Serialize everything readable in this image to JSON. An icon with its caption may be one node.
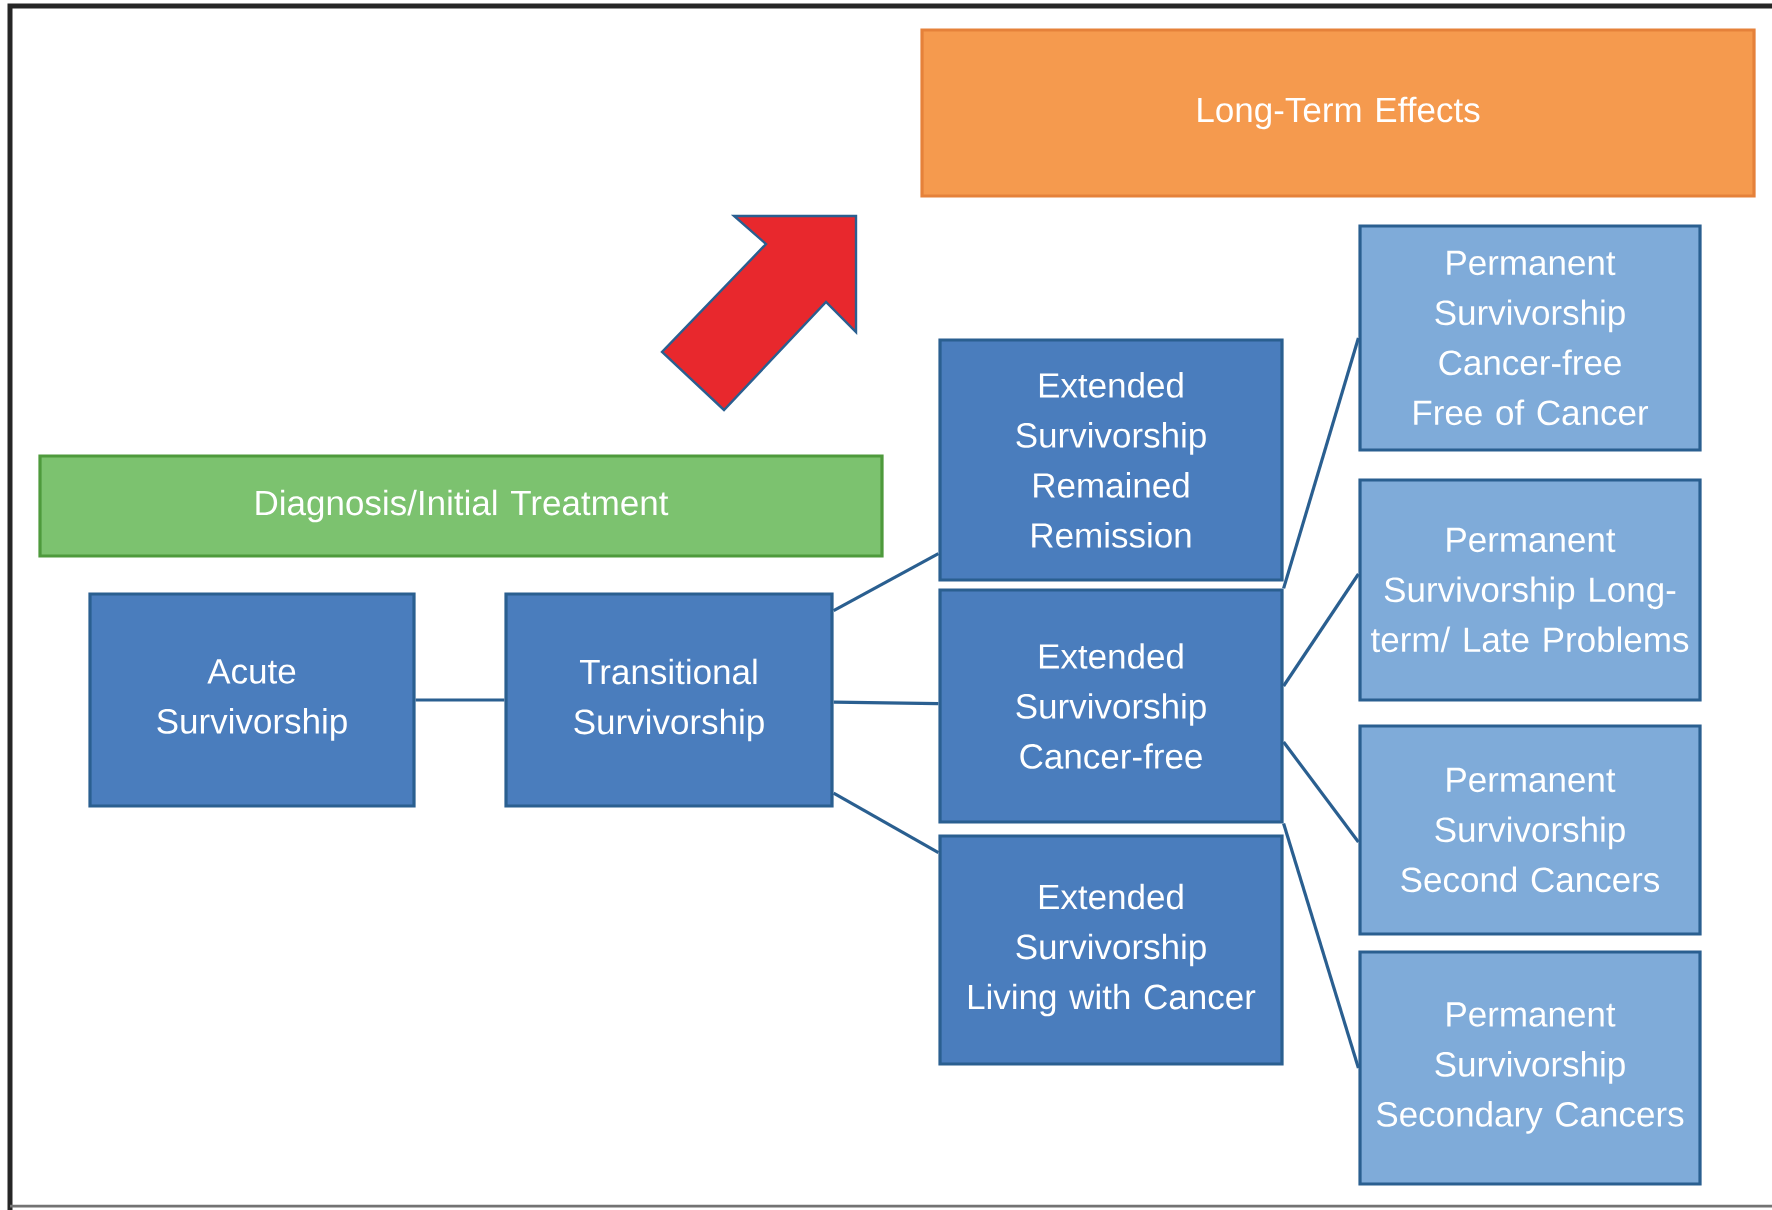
{
  "diagram": {
    "nodes": [
      {
        "text": [
          "Long-Term Effects"
        ]
      },
      {
        "text": [
          "Diagnosis/Initial Treatment"
        ]
      },
      {
        "text": [
          "Acute Survivorship"
        ]
      },
      {
        "text": [
          "Transitional Survivorship"
        ]
      },
      {
        "text": [
          "Extended Survivorship Remained Remission"
        ]
      },
      {
        "text": [
          "Extended Survivorship Cancer-free"
        ]
      },
      {
        "text": [
          "Extended Survivorship Living with Cancer"
        ]
      },
      {
        "text": [
          "Permanent Survivorship Cancer-free Free of Cancer"
        ]
      },
      {
        "text": [
          "Permanent Survivorship Long-term/ Late Problems"
        ]
      },
      {
        "text": [
          "Permanent Survivorship Second Cancers"
        ]
      },
      {
        "text": [
          "Permanent Survivorship Secondary Cancers"
        ]
      }
    ],
    "edges": [
      {
        "from": 2,
        "to": 3,
        "arrow": "none"
      },
      {
        "from": 3,
        "to": 4,
        "arrow": "none"
      },
      {
        "from": 3,
        "to": 5,
        "arrow": "none"
      },
      {
        "from": 3,
        "to": 6,
        "arrow": "none"
      },
      {
        "from": 5,
        "to": 7,
        "arrow": "none"
      },
      {
        "from": 5,
        "to": 8,
        "arrow": "none"
      },
      {
        "from": 5,
        "to": 9,
        "arrow": "none"
      },
      {
        "from": 5,
        "to": 10,
        "arrow": "none"
      }
    ]
  }
}
